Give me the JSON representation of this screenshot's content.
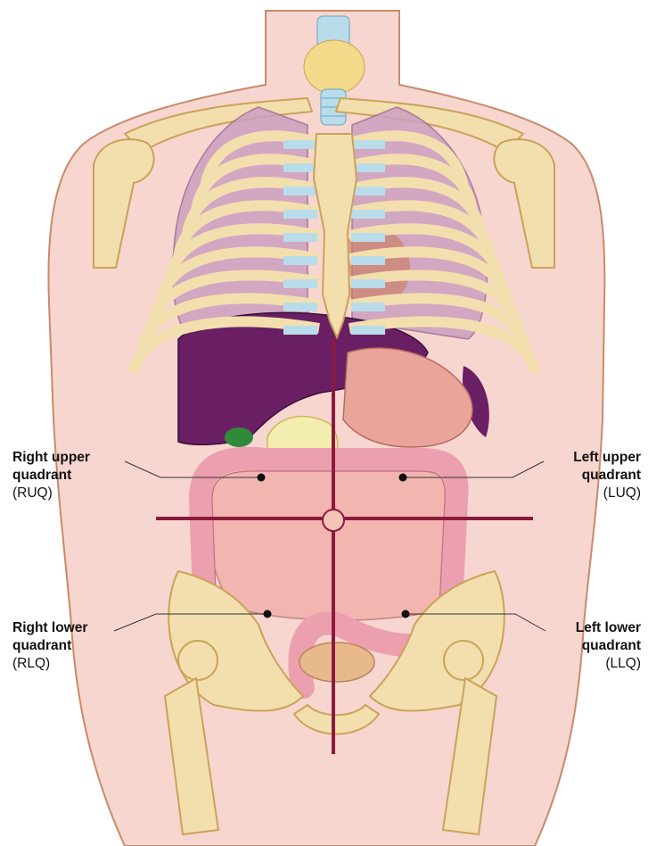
{
  "diagram": {
    "quadrants": [
      {
        "id": "ruq",
        "name_line1": "Right upper",
        "name_line2": "quadrant",
        "abbr": "(RUQ)"
      },
      {
        "id": "luq",
        "name_line1": "Left upper",
        "name_line2": "quadrant",
        "abbr": "(LUQ)"
      },
      {
        "id": "rlq",
        "name_line1": "Right lower",
        "name_line2": "quadrant",
        "abbr": "(RLQ)"
      },
      {
        "id": "llq",
        "name_line1": "Left lower",
        "name_line2": "quadrant",
        "abbr": "(LLQ)"
      }
    ],
    "colors": {
      "skin": "#f7d6cf",
      "skin_outline": "#c98a6a",
      "bone": "#f3dfae",
      "bone_outline": "#c9a35a",
      "cartilage": "#b9dcea",
      "lung": "#cc9fc0",
      "liver": "#6a1f64",
      "stomach": "#eaa59a",
      "intestine": "#ec9fae",
      "pancreas": "#f3edb0",
      "gallbladder": "#2f8a3a",
      "divider_line": "#8b1a3e"
    }
  }
}
